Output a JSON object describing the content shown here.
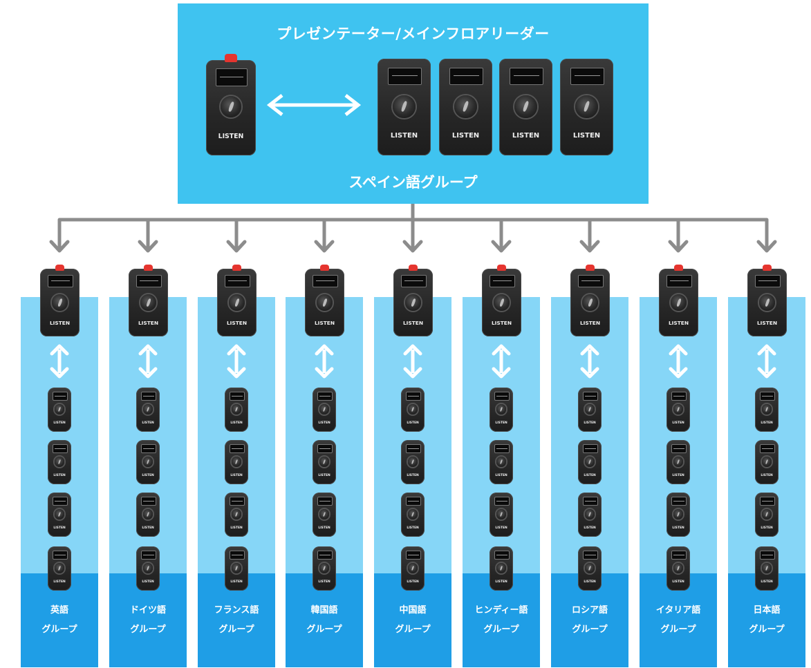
{
  "header": {
    "title": "プレゼンテーター/メインフロアリーダー",
    "subtitle": "スペイン語グループ"
  },
  "device_logo": "LISTEN",
  "groups": [
    {
      "line1": "英語",
      "line2": "グループ"
    },
    {
      "line1": "ドイツ語",
      "line2": "グループ"
    },
    {
      "line1": "フランス語",
      "line2": "グループ"
    },
    {
      "line1": "韓国語",
      "line2": "グループ"
    },
    {
      "line1": "中国語",
      "line2": "グループ"
    },
    {
      "line1": "ヒンディー語",
      "line2": "グループ"
    },
    {
      "line1": "ロシア語",
      "line2": "グループ"
    },
    {
      "line1": "イタリア語",
      "line2": "グループ"
    },
    {
      "line1": "日本語",
      "line2": "グループ"
    }
  ],
  "colors": {
    "top_box": "#3fc3f0",
    "column_bg": "#86d6f7",
    "label_bg": "#1f9ee6",
    "connector": "#8c8c8c",
    "device_button": "#e5352f"
  }
}
